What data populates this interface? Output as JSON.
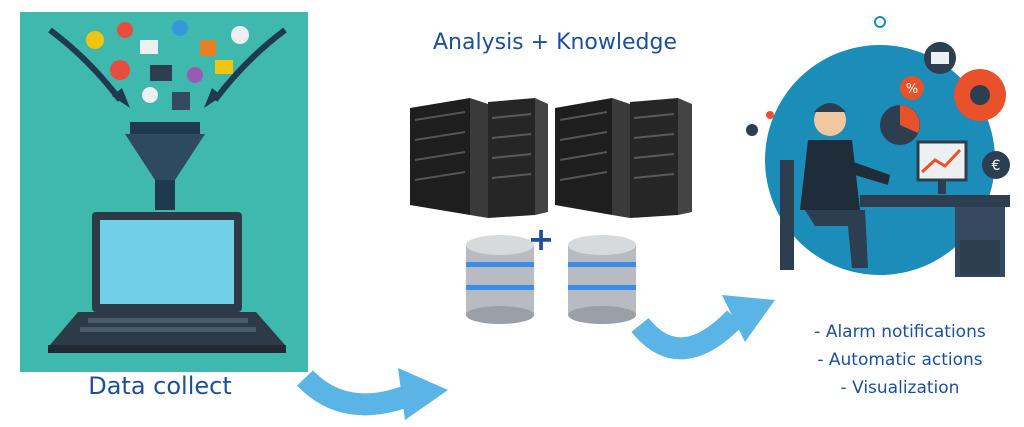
{
  "labels": {
    "data_collect": "Data collect",
    "analysis_knowledge": "Analysis + Knowledge",
    "plus": "+"
  },
  "outputs": [
    "- Alarm notifications",
    "- Automatic actions",
    "- Visualization"
  ],
  "colors": {
    "panel_teal": "#3fb8ae",
    "arrow_blue": "#5ab4e6",
    "text_blue": "#1d4f9e",
    "laptop_dark": "#2d3a47",
    "screen_blue": "#6fd0e6",
    "accent_orange": "#e8512a"
  },
  "icons": [
    "funnel-icon",
    "laptop-icon",
    "server-rack-icon",
    "database-icon",
    "businessman-icon",
    "gear-icon",
    "envelope-icon",
    "pie-chart-icon",
    "euro-icon",
    "percent-icon"
  ]
}
